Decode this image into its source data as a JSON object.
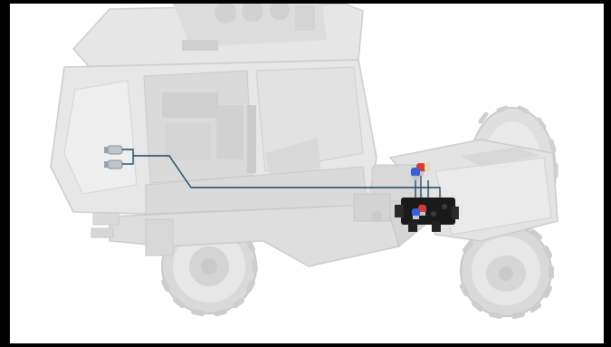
{
  "diagram": {
    "subject": "tractor",
    "components": [
      "cab",
      "front-axle",
      "rear-axle",
      "hydraulic-block",
      "pressure-sensors",
      "cab-connector"
    ]
  },
  "colors": {
    "background": "#000000",
    "panel": "#ffffff",
    "tractor_ghost": "#dcdcdc",
    "tractor_stroke": "#c4c4c4",
    "wheel_tread": "#cfcfcf",
    "line": "#1f4a63",
    "hydraulic_block": "#1a1a1a",
    "sensor_red": "#d63a3a",
    "sensor_blue": "#3a5fd6",
    "sensor_silver": "#bfc5cc"
  }
}
